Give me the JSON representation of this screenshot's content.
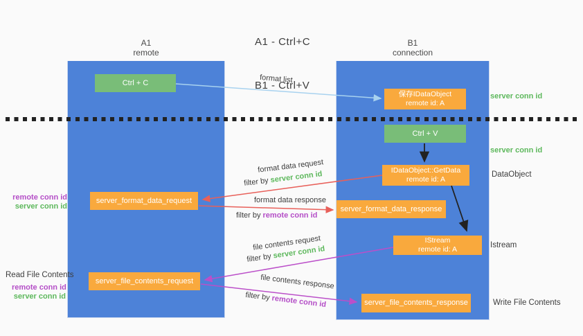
{
  "title": {
    "line1": "A1 - Ctrl+C",
    "line2": "B1 - Ctrl+V"
  },
  "columns": {
    "a1": {
      "name": "A1",
      "subtitle": "remote"
    },
    "b1": {
      "name": "B1",
      "subtitle": "connection"
    }
  },
  "nodes": {
    "ctrl_c": "Ctrl + C",
    "ctrl_v": "Ctrl + V",
    "save_idataobject": {
      "line1": "保存IDataObject",
      "line2": "remote id: A"
    },
    "getdata": {
      "line1": "IDataObject::GetData",
      "line2": "remote id: A"
    },
    "istream": {
      "line1": "IStream",
      "line2": "remote id: A"
    },
    "format_request": "server_format_data_request",
    "format_response": "server_format_data_response",
    "file_request": "server_file_contents_request",
    "file_response": "server_file_contents_response"
  },
  "side_labels": {
    "server_conn_id_top": "server conn id",
    "server_conn_id_mid": "server conn id",
    "dataobject": "DataObject",
    "istream": "Istream",
    "write_file_contents": "Write File Contents",
    "read_file_contents": "Read File Contents",
    "remote_conn_id_format": "remote conn id",
    "server_conn_id_format": "server conn id",
    "remote_conn_id_file": "remote conn id",
    "server_conn_id_file": "server conn id"
  },
  "arrow_labels": {
    "format_list": "format list",
    "format_data_request": "format data request",
    "filter_by_1": "filter by ",
    "filter_value_1": "server conn id",
    "format_data_response": "format data response",
    "filter_by_2": "filter by ",
    "filter_value_2": "remote conn id",
    "file_contents_request": "file contents request",
    "filter_by_3": "filter by ",
    "filter_value_3": "server conn id",
    "file_contents_response": "file contents response",
    "filter_by_4": "filter by ",
    "filter_value_4": "remote conn id"
  },
  "colors": {
    "column_blue": "#4d82d8",
    "box_green": "#79bd78",
    "box_orange": "#f9a93d",
    "text_green": "#5db85c",
    "text_purple": "#b44ec7",
    "arrow_red": "#e8605a",
    "arrow_magenta": "#bb4fc9",
    "arrow_lightblue": "#a8d2ef",
    "arrow_black": "#222222",
    "text_dark": "#3d3d3d",
    "background": "#fafafa"
  }
}
